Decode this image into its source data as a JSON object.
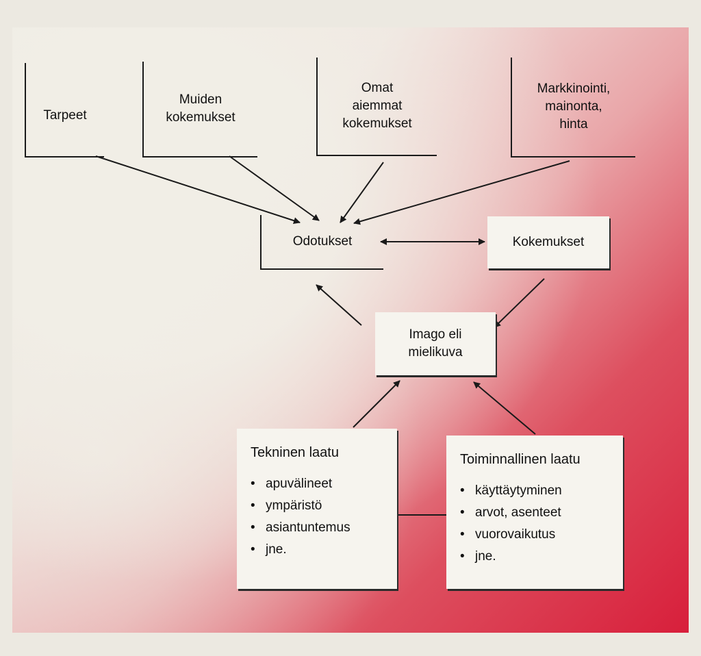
{
  "nodes": {
    "tarpeet": "Tarpeet",
    "muiden": [
      "Muiden",
      "kokemukset"
    ],
    "omat": [
      "Omat",
      "aiemmat",
      "kokemukset"
    ],
    "markkinointi": [
      "Markkinointi,",
      "mainonta,",
      "hinta"
    ],
    "odotukset": "Odotukset",
    "kokemukset": "Kokemukset",
    "imago": [
      "Imago eli",
      "mielikuva"
    ]
  },
  "tekninen": {
    "title": "Tekninen laatu",
    "items": [
      "apuvälineet",
      "ympäristö",
      "asiantuntemus",
      "jne."
    ]
  },
  "toiminnallinen": {
    "title": "Toiminnallinen laatu",
    "items": [
      "käyttäytyminen",
      "arvot, asenteet",
      "vuorovaikutus",
      "jne."
    ]
  },
  "bullet": "•",
  "colors": {
    "arrow": "#1a1a1a",
    "box": "#f6f4ee",
    "accent_red": "#d81f3b"
  }
}
